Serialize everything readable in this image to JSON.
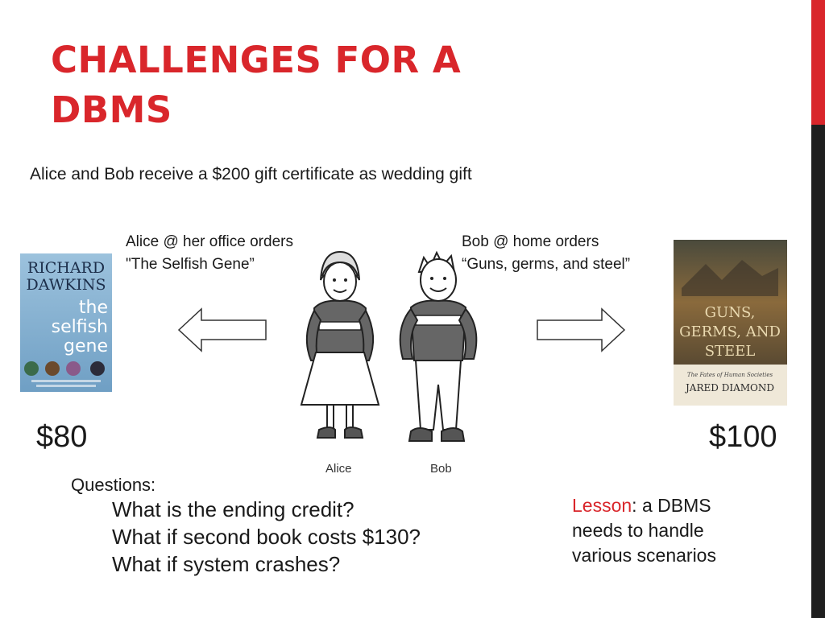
{
  "slide": {
    "title": "CHALLENGES FOR A DBMS",
    "scenario": "Alice and Bob receive a $200 gift certificate as wedding gift",
    "accent_color": "#d9262b"
  },
  "alice": {
    "order_line1": "Alice @ her office orders",
    "order_line2": "\"The Selfish Gene”",
    "price": "$80",
    "figure_label": "Alice"
  },
  "bob": {
    "order_line1": "Bob @ home orders",
    "order_line2": "“Guns, germs, and steel”",
    "price": "$100",
    "figure_label": "Bob"
  },
  "book1": {
    "author_line1": "RICHARD",
    "author_line2": "DAWKINS",
    "title_line1": "the",
    "title_line2": "selfish",
    "title_line3": "gene"
  },
  "book2": {
    "title_line1": "GUNS,",
    "title_line2": "GERMS, AND",
    "title_line3": "STEEL",
    "subtitle": "The Fates of Human Societies",
    "author": "JARED DIAMOND"
  },
  "questions": {
    "heading": "Questions:",
    "items": [
      "What is the ending credit?",
      "What if second book costs $130?",
      "What if system crashes?"
    ]
  },
  "lesson": {
    "keyword": "Lesson",
    "text": ": a DBMS needs to handle various scenarios"
  }
}
